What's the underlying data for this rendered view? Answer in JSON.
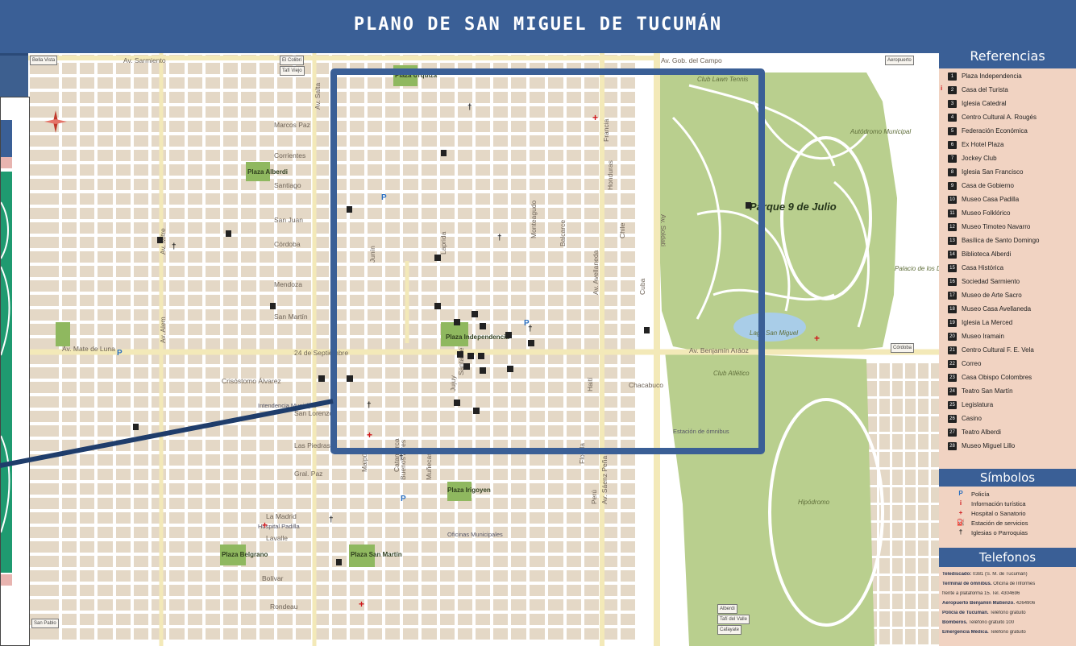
{
  "title": "PLANO DE SAN MIGUEL DE TUCUMÁN",
  "colors": {
    "title_bar": "#3a5f96",
    "block": "#e4d8c6",
    "street": "#ffffff",
    "avenue": "#f3e9b8",
    "park": "#b9cf8e",
    "plaza": "#8fb85f",
    "water": "#a9cde8",
    "accent_red": "#d0171b",
    "legend_bg": "#f1d3c2"
  },
  "map": {
    "avenues": [
      {
        "label": "Av. Sarmiento"
      },
      {
        "label": "Av. Gob. del Campo"
      },
      {
        "label": "Av. Mate de Luna"
      },
      {
        "label": "24 de Septiembre"
      },
      {
        "label": "Av. Benjamín Aráoz"
      },
      {
        "label": "Av. Soldati"
      },
      {
        "label": "Av. Avellaneda"
      },
      {
        "label": "Av. Sáenz Peña"
      },
      {
        "label": "Av. Alem"
      },
      {
        "label": "Av. Mitre"
      },
      {
        "label": "Av. Salta"
      }
    ],
    "streets": [
      {
        "label": "Marcos Paz"
      },
      {
        "label": "Corrientes"
      },
      {
        "label": "Santiago"
      },
      {
        "label": "San Juan"
      },
      {
        "label": "Córdoba"
      },
      {
        "label": "Mendoza"
      },
      {
        "label": "San Martín"
      },
      {
        "label": "Crisóstomo Álvarez"
      },
      {
        "label": "San Lorenzo"
      },
      {
        "label": "Las Piedras"
      },
      {
        "label": "Gral. Paz"
      },
      {
        "label": "La Madrid"
      },
      {
        "label": "Lavalle"
      },
      {
        "label": "Bolívar"
      },
      {
        "label": "Rondeau"
      },
      {
        "label": "Chacabuco"
      },
      {
        "label": "Buenos Aires"
      },
      {
        "label": "Muñecas"
      },
      {
        "label": "Maipú"
      },
      {
        "label": "Laprida"
      },
      {
        "label": "Monteagudo"
      },
      {
        "label": "Balcarce"
      },
      {
        "label": "Junín"
      },
      {
        "label": "Catamarca"
      },
      {
        "label": "Jujuy"
      },
      {
        "label": "Santa Fe"
      },
      {
        "label": "Cuba"
      },
      {
        "label": "Francia"
      },
      {
        "label": "Honduras"
      },
      {
        "label": "Haití"
      },
      {
        "label": "Chile"
      },
      {
        "label": "Perú"
      },
      {
        "label": "Florida"
      }
    ],
    "areas": [
      {
        "label": "Parque 9 de Julio"
      },
      {
        "label": "Plaza Independencia"
      },
      {
        "label": "Plaza Urquiza"
      },
      {
        "label": "Plaza Alberdi"
      },
      {
        "label": "Plaza Belgrano"
      },
      {
        "label": "Plaza San Martín"
      },
      {
        "label": "Plaza Irigoyen"
      },
      {
        "label": "Hipódromo"
      },
      {
        "label": "Palacio de los Deportes"
      },
      {
        "label": "Club Lawn Tennis"
      },
      {
        "label": "Lago San Miguel"
      },
      {
        "label": "Estación de ómnibus"
      },
      {
        "label": "Autódromo Municipal"
      },
      {
        "label": "Club Atlético"
      },
      {
        "label": "Hospital Padilla"
      },
      {
        "label": "Oficinas Municipales"
      },
      {
        "label": "Intendencia Municipal"
      }
    ]
  },
  "legend": {
    "ref_title": "Referencias",
    "references": [
      {
        "num": "1",
        "label": "Plaza Independencia",
        "flag": ""
      },
      {
        "num": "2",
        "label": "Casa del Turista",
        "flag": "i"
      },
      {
        "num": "3",
        "label": "Iglesia Catedral",
        "flag": ""
      },
      {
        "num": "4",
        "label": "Centro Cultural A. Rougés",
        "flag": ""
      },
      {
        "num": "5",
        "label": "Federación Económica",
        "flag": ""
      },
      {
        "num": "6",
        "label": "Ex Hotel Plaza",
        "flag": ""
      },
      {
        "num": "7",
        "label": "Jockey Club",
        "flag": ""
      },
      {
        "num": "8",
        "label": "Iglesia San Francisco",
        "flag": ""
      },
      {
        "num": "9",
        "label": "Casa de Gobierno",
        "flag": ""
      },
      {
        "num": "10",
        "label": "Museo Casa Padilla",
        "flag": ""
      },
      {
        "num": "11",
        "label": "Museo Folklórico",
        "flag": ""
      },
      {
        "num": "12",
        "label": "Museo Timoteo Navarro",
        "flag": ""
      },
      {
        "num": "13",
        "label": "Basílica de Santo Domingo",
        "flag": ""
      },
      {
        "num": "14",
        "label": "Biblioteca Alberdi",
        "flag": ""
      },
      {
        "num": "15",
        "label": "Casa Histórica",
        "flag": ""
      },
      {
        "num": "16",
        "label": "Sociedad Sarmiento",
        "flag": ""
      },
      {
        "num": "17",
        "label": "Museo de Arte Sacro",
        "flag": ""
      },
      {
        "num": "18",
        "label": "Museo Casa Avellaneda",
        "flag": ""
      },
      {
        "num": "19",
        "label": "Iglesia La Merced",
        "flag": ""
      },
      {
        "num": "20",
        "label": "Museo Iramain",
        "flag": ""
      },
      {
        "num": "21",
        "label": "Centro Cultural F. E. Vela",
        "flag": ""
      },
      {
        "num": "22",
        "label": "Correo",
        "flag": ""
      },
      {
        "num": "23",
        "label": "Casa Obispo Colombres",
        "flag": ""
      },
      {
        "num": "24",
        "label": "Teatro San Martín",
        "flag": ""
      },
      {
        "num": "25",
        "label": "Legislatura",
        "flag": ""
      },
      {
        "num": "26",
        "label": "Casino",
        "flag": ""
      },
      {
        "num": "27",
        "label": "Teatro Alberdi",
        "flag": ""
      },
      {
        "num": "28",
        "label": "Museo Miguel Lillo",
        "flag": ""
      }
    ],
    "sym_title": "Símbolos",
    "symbols": [
      {
        "glyph": "P",
        "color": "#2a6fc0",
        "label": "Policía"
      },
      {
        "glyph": "i",
        "color": "#d0171b",
        "label": "Información turística"
      },
      {
        "glyph": "+",
        "color": "#d0171b",
        "label": "Hospital o Sanatorio"
      },
      {
        "glyph": "⛽",
        "color": "#222222",
        "label": "Estación de servicios"
      },
      {
        "glyph": "†",
        "color": "#222222",
        "label": "Iglesias o Parroquias"
      }
    ],
    "tel_title": "Telefonos",
    "phones": [
      {
        "name": "Telediscado:",
        "text": "0381 (S. M. de Tucumán)"
      },
      {
        "name": "Terminal de ómnibus.",
        "text": "Oficina de Informes"
      },
      {
        "name": "",
        "text": "frente a plataforma 15. Tel. 4304696"
      },
      {
        "name": "Aeropuerto Benjamín Matienzo.",
        "text": "4264906"
      },
      {
        "name": "Policía de Tucumán.",
        "text": "Teléfono gratuito"
      },
      {
        "name": "Bomberos.",
        "text": "Teléfono gratuito 100"
      },
      {
        "name": "Emergencia Médica.",
        "text": "Teléfono gratuito"
      }
    ]
  },
  "map_buttons": [
    {
      "label": "Bella Vista"
    },
    {
      "label": "El Colibrí"
    },
    {
      "label": "Tafí Viejo"
    },
    {
      "label": "Aeropuerto"
    },
    {
      "label": "San Pablo"
    },
    {
      "label": "Córdoba"
    },
    {
      "label": "Alberdi"
    },
    {
      "label": "Tafí del Valle"
    },
    {
      "label": "Cafayate"
    }
  ]
}
